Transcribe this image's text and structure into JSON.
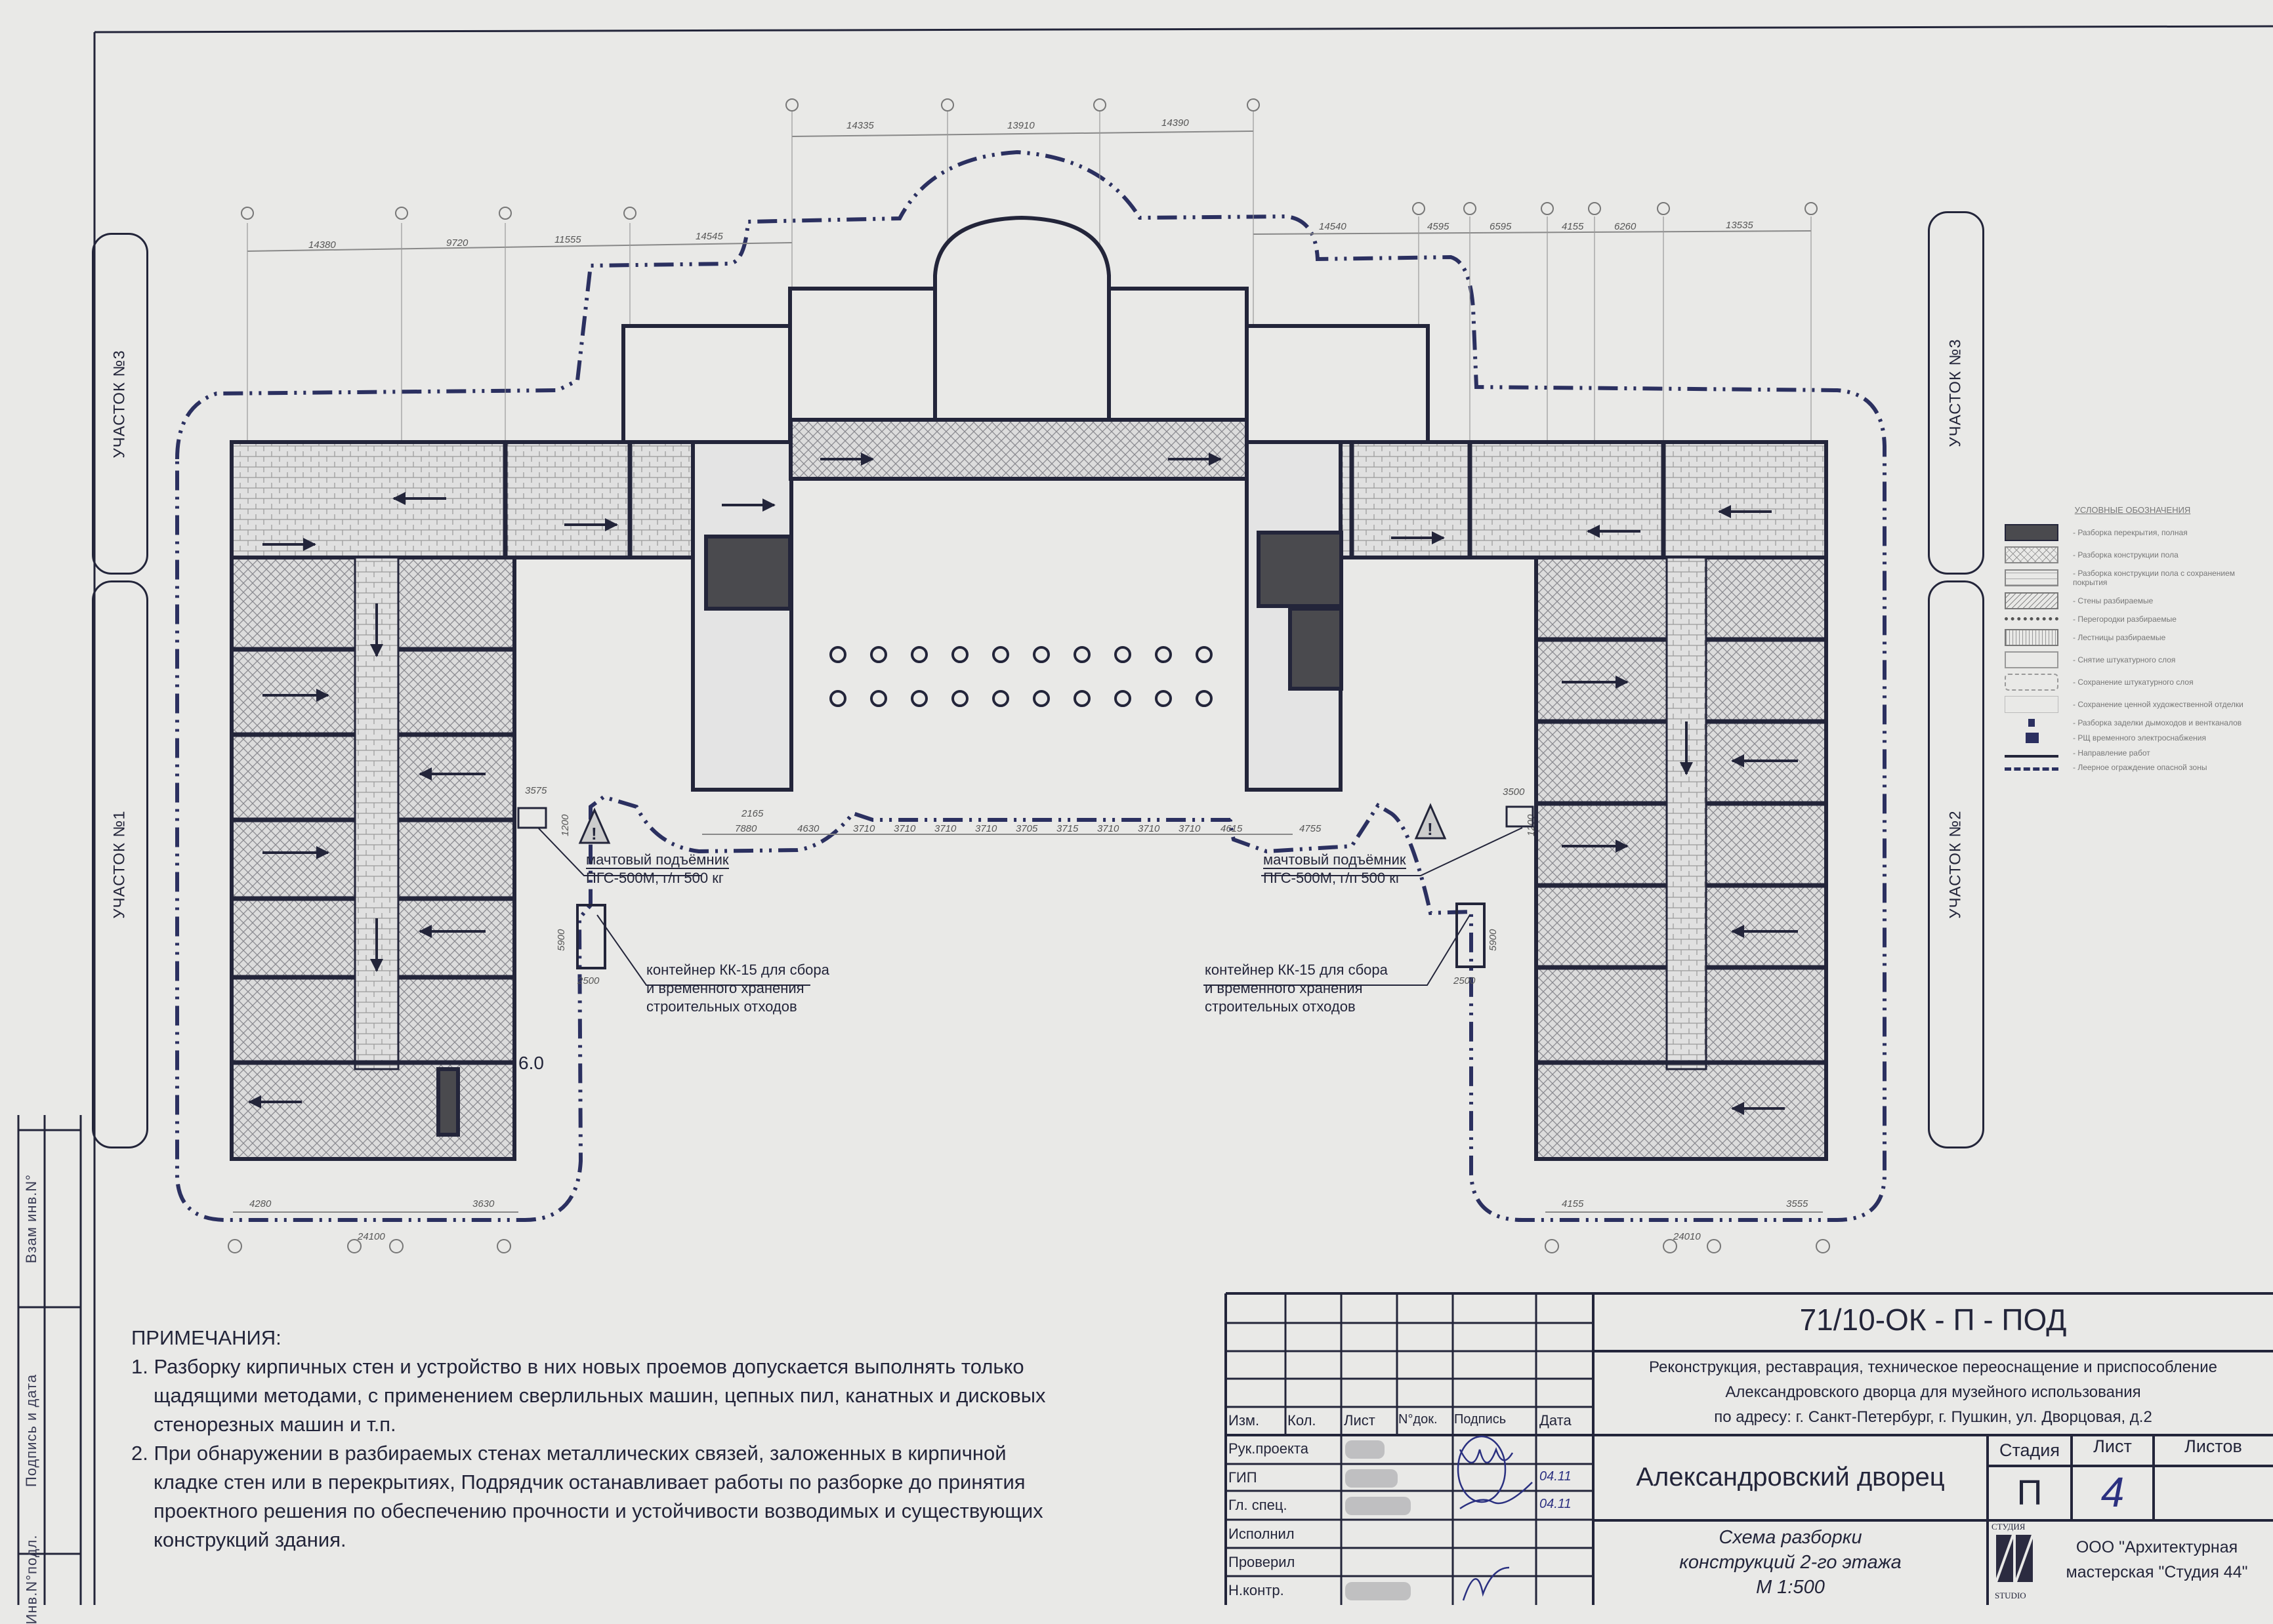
{
  "sheet": {
    "code": "71/10-ОК - П - ПОД",
    "description_lines": [
      "Реконструкция, реставрация, техническое переоснащение и приспособление",
      "Александровского дворца для музейного использования",
      "по адресу: г. Санкт-Петербург, г. Пушкин, ул. Дворцовая, д.2"
    ],
    "object_name": "Александровский дворец",
    "drawing_title_lines": [
      "Схема разборки",
      "конструкций 2-го этажа",
      "М 1:500"
    ],
    "stage_label": "Стадия",
    "sheet_label": "Лист",
    "sheets_label": "Листов",
    "stage_value": "П",
    "sheet_value": "4",
    "sheets_value": "",
    "company": [
      "ООО \"Архитектурная",
      "мастерская \"Студия 44\""
    ],
    "logo_text_top": "СТУДИЯ",
    "logo_text_mid": "44",
    "logo_text_bottom": "STUDIO",
    "header_cols": [
      "Изм.",
      "Кол.",
      "Лист",
      "N°док.",
      "Подпись",
      "Дата"
    ],
    "roles": [
      "Рук.проекта",
      "ГИП",
      "Гл. спец.",
      "Исполнил",
      "Проверил",
      "Н.контр."
    ],
    "dates": [
      "04.11",
      "04.11"
    ]
  },
  "margin_stamp": [
    "Взам инв.N°",
    "Подпись и дата",
    "Инв.N°подл."
  ],
  "sectors": {
    "left_top": "УЧАСТОК №3",
    "left_bottom": "УЧАСТОК №1",
    "right_top": "УЧАСТОК №3",
    "right_bottom": "УЧАСТОК №2"
  },
  "annotations": {
    "hoist_left": [
      "мачтовый подъёмник",
      "ПГС-500М,   г/п 500 кг"
    ],
    "hoist_right": [
      "мачтовый подъёмник",
      "ПГС-500М,   г/п 500 кг"
    ],
    "container_left": [
      "контейнер КК-15 для сбора",
      "и временного хранения",
      "строительных отходов"
    ],
    "container_right": [
      "контейнер КК-15 для сбора",
      "и временного хранения",
      "строительных отходов"
    ],
    "zone_width": "6.0"
  },
  "dimensions": {
    "top_center": [
      "14335",
      "13910",
      "14390"
    ],
    "top_left": [
      "14380",
      "9720",
      "11555",
      "14545"
    ],
    "top_right": [
      "14540",
      "4595",
      "6595",
      "4155",
      "6260",
      "13535"
    ],
    "front": [
      "2165",
      "7880",
      "4630",
      "3710",
      "3710",
      "3710",
      "3710",
      "3705",
      "3715",
      "3710",
      "3710",
      "3710",
      "4615",
      "4755"
    ],
    "hoist_left": [
      "3575",
      "1200"
    ],
    "hoist_right": [
      "3500",
      "1200"
    ],
    "container_left": [
      "5900",
      "2500"
    ],
    "container_right": [
      "5900",
      "2500"
    ],
    "bottom_left": [
      "4280",
      "3630",
      "24100"
    ],
    "bottom_right": [
      "4155",
      "3555",
      "24010"
    ]
  },
  "notes": {
    "title": "ПРИМЕЧАНИЯ:",
    "items": [
      [
        "1. Разборку кирпичных стен и устройство в них новых проемов допускается выполнять только",
        "щадящими методами, с применением сверлильных машин, цепных пил, канатных и дисковых",
        "стенорезных машин и т.п."
      ],
      [
        "2. При обнаружении в разбираемых стенах металлических связей, заложенных в кирпичной",
        "кладке стен или в перекрытиях, Подрядчик останавливает работы по разборке до принятия",
        "проектного решения по обеспечению прочности и устойчивости возводимых и существующих",
        "конструкций здания."
      ]
    ]
  },
  "legend": {
    "title": "УСЛОВНЫЕ ОБОЗНАЧЕНИЯ",
    "items": [
      "- Разборка перекрытия, полная",
      "- Разборка конструкции пола",
      "- Разборка конструкции пола с сохранением покрытия",
      "- Стены разбираемые",
      "- Перегородки разбираемые",
      "- Лестницы разбираемые",
      "- Снятие штукатурного слоя",
      "- Сохранение штукатурного слоя",
      "- Сохранение ценной художественной отделки",
      "- Разборка заделки дымоходов и вентканалов",
      "- РЩ временного электроснабжения",
      "- Направление работ",
      "- Леерное ограждение опасной зоны"
    ]
  },
  "colors": {
    "paper": "#e9e9e7",
    "ink": "#23253a",
    "dark_fill": "#4a4a4e",
    "hatch": "#8a8a90"
  }
}
